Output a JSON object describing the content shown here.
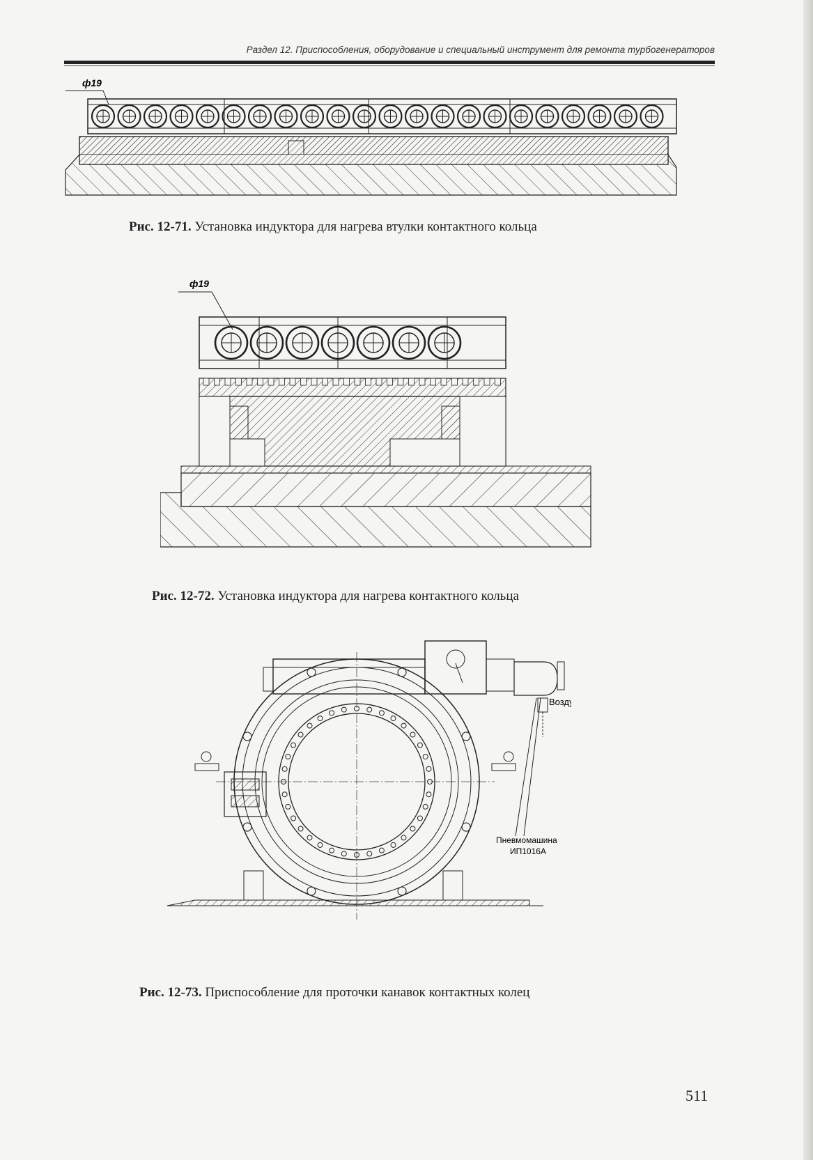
{
  "header": {
    "running_title": "Раздел 12. Приспособления, оборудование и специальный инструмент для ремонта турбогенераторов"
  },
  "figures": [
    {
      "id": "12-71",
      "callout": "ф19",
      "caption_number": "Рис. 12-71.",
      "caption_text": "Установка индуктора для нагрева втулки контактного кольца"
    },
    {
      "id": "12-72",
      "callout": "ф19",
      "caption_number": "Рис. 12-72.",
      "caption_text": "Установка индуктора для нагрева контактного кольца"
    },
    {
      "id": "12-73",
      "label_air": "Воздух",
      "label_machine_1": "Пневмомашина",
      "label_machine_2": "ИП1016А",
      "caption_number": "Рис. 12-73.",
      "caption_text": "Приспособление для проточки канавок контактных колец"
    }
  ],
  "page_number": "511"
}
